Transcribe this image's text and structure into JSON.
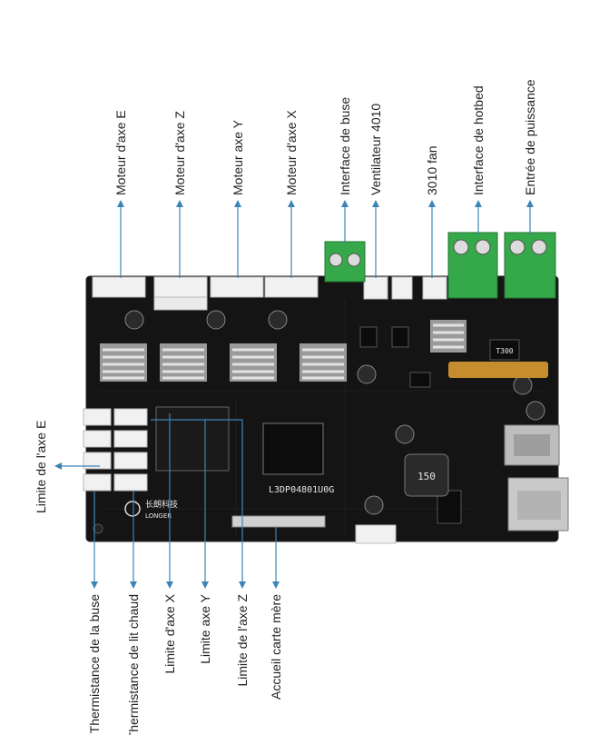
{
  "colors": {
    "leader": "#3d84b6",
    "board": "#141414",
    "connector_white": "#f1f1f1",
    "terminal_green": "#35a84a",
    "text": "#1f1f1f"
  },
  "board": {
    "model": "L3DP04801U0G",
    "brand_cn": "长朗科技",
    "brand_en": "LONGER",
    "inductor": "150",
    "mosfet": "T300"
  },
  "labels": {
    "top": [
      {
        "id": "moteur-axe-e",
        "text": "Moteur d'axe E"
      },
      {
        "id": "moteur-axe-z",
        "text": "Moteur d'axe Z"
      },
      {
        "id": "moteur-axe-y",
        "text": "Moteur axe Y"
      },
      {
        "id": "moteur-axe-x",
        "text": "Moteur d'axe X"
      },
      {
        "id": "interface-buse",
        "text": "Interface de buse"
      },
      {
        "id": "ventilateur-4010",
        "text": "Ventilateur 4010"
      },
      {
        "id": "fan-3010",
        "text": "3010 fan"
      },
      {
        "id": "interface-hotbed",
        "text": "Interface de hotbed"
      },
      {
        "id": "entree-puissance",
        "text": "Entrée de puissance"
      }
    ],
    "left": [
      {
        "id": "limite-axe-e",
        "text": "Limite de l'axe E"
      }
    ],
    "bottom": [
      {
        "id": "thermistance-buse",
        "text": "Thermistance de la buse"
      },
      {
        "id": "thermistance-lit",
        "text": "Thermistance de lit chaud"
      },
      {
        "id": "limite-axe-x",
        "text": "Limite d'axe X"
      },
      {
        "id": "limite-axe-y",
        "text": "Limite axe Y"
      },
      {
        "id": "limite-axe-z",
        "text": "Limite de l'axe Z"
      },
      {
        "id": "accueil-carte-mere",
        "text": "Accueil carte mère"
      }
    ]
  }
}
